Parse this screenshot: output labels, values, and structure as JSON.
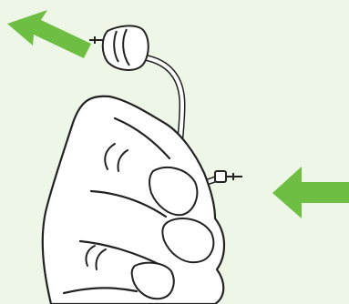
{
  "illustration": {
    "background_color": "#EEF7E7",
    "arrow_color": "#6EBE44",
    "line_color": "#222222",
    "fill_color": "#FFFFFF",
    "arrows": [
      {
        "name": "arrow-up-left-icon",
        "direction": "up-left"
      },
      {
        "name": "arrow-left-icon",
        "direction": "left"
      }
    ],
    "parts": [
      "hand",
      "fingernails",
      "earpiece-dome",
      "receiver-wire",
      "wire-connector"
    ]
  }
}
